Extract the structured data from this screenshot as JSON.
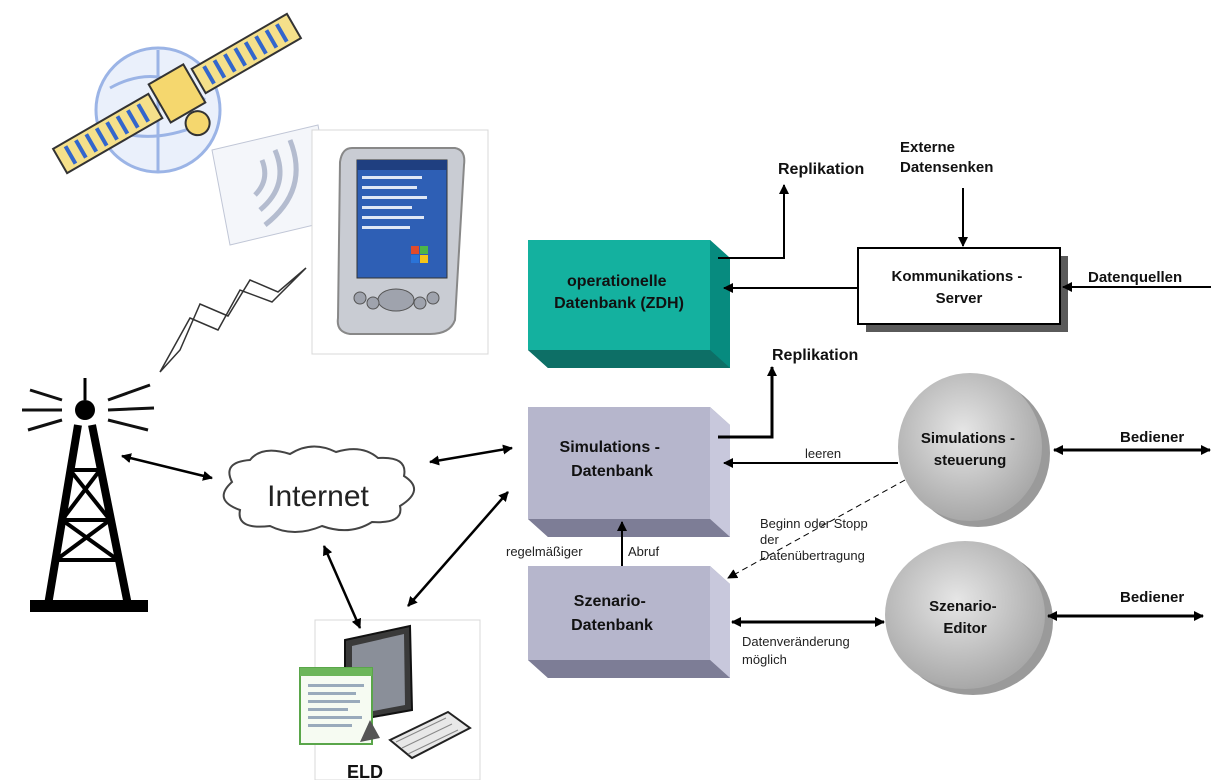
{
  "nodes": {
    "operational_db": "operationelle\nDatenbank (ZDH)",
    "comm_server": "Kommunikations -\nServer",
    "simulation_db": "Simulations -\nDatenbank",
    "scenario_db": "Szenario-\nDatenbank",
    "simulation_control": "Simulations -\nsteuerung",
    "scenario_editor": "Szenario-\nEditor",
    "internet": "Internet",
    "eld": "ELD"
  },
  "labels": {
    "replikation_top": "Replikation",
    "replikation_mid": "Replikation",
    "external_sinks": "Externe\nDatensenken",
    "data_sources": "Datenquellen",
    "operator_1": "Bediener",
    "operator_2": "Bediener",
    "clear": "leeren",
    "start_stop": "Beginn   oder Stopp\nder\nDatenübertragung",
    "data_change": "Datenveränderung\nmöglich",
    "regular": "regelmäßiger",
    "fetch": "Abruf"
  },
  "colors": {
    "operational_db": "#12a597",
    "db_box": "#b6b6cc",
    "ellipse": "#c8c8c8"
  },
  "icons": [
    "satellite-icon",
    "radio-waves-icon",
    "pda-icon",
    "lightning-icon",
    "radio-tower-icon",
    "computer-icon"
  ]
}
